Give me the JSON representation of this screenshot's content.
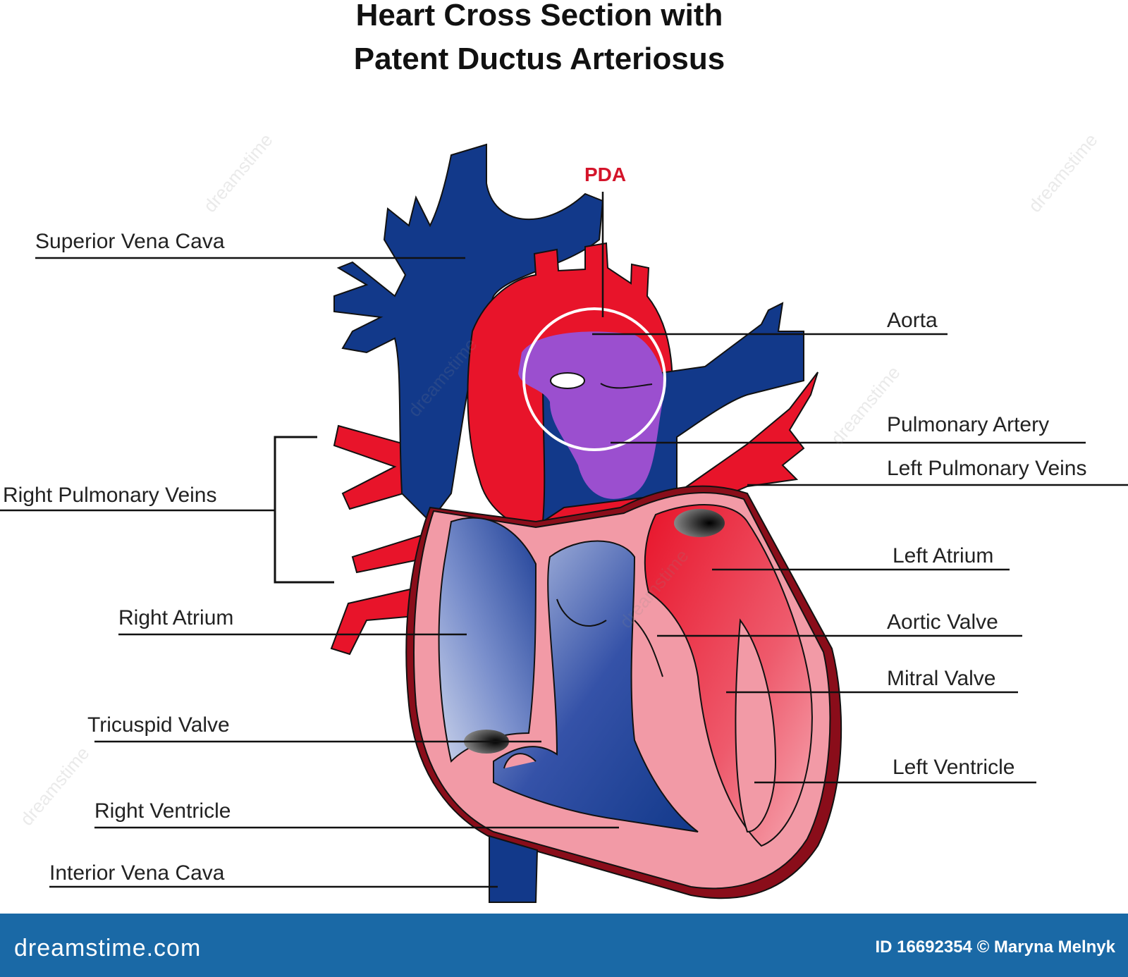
{
  "title": {
    "line1": "Heart Cross Section with",
    "line2": "Patent Ductus Arteriosus"
  },
  "highlight_label": "PDA",
  "labels": {
    "superior_vena_cava": "Superior Vena Cava",
    "right_pulmonary_veins": "Right Pulmonary Veins",
    "right_atrium": "Right Atrium",
    "tricuspid_valve": "Tricuspid Valve",
    "right_ventricle": "Right Ventricle",
    "interior_vena_cava": "Interior Vena Cava",
    "aorta": "Aorta",
    "pulmonary_artery": "Pulmonary Artery",
    "left_pulmonary_veins": "Left Pulmonary Veins",
    "left_atrium": "Left Atrium",
    "aortic_valve": "Aortic Valve",
    "mitral_valve": "Mitral Valve",
    "left_ventricle": "Left Ventricle"
  },
  "footer": {
    "site": "dreamstime.com",
    "credit": "ID 16692354 © Maryna Melnyk"
  },
  "colors": {
    "oxygenated": "#e8142a",
    "deoxygenated": "#12398a",
    "pda_mix": "#9b4fcf",
    "myocardium": "#f29aa6",
    "footer_bar": "#1a69a6"
  }
}
